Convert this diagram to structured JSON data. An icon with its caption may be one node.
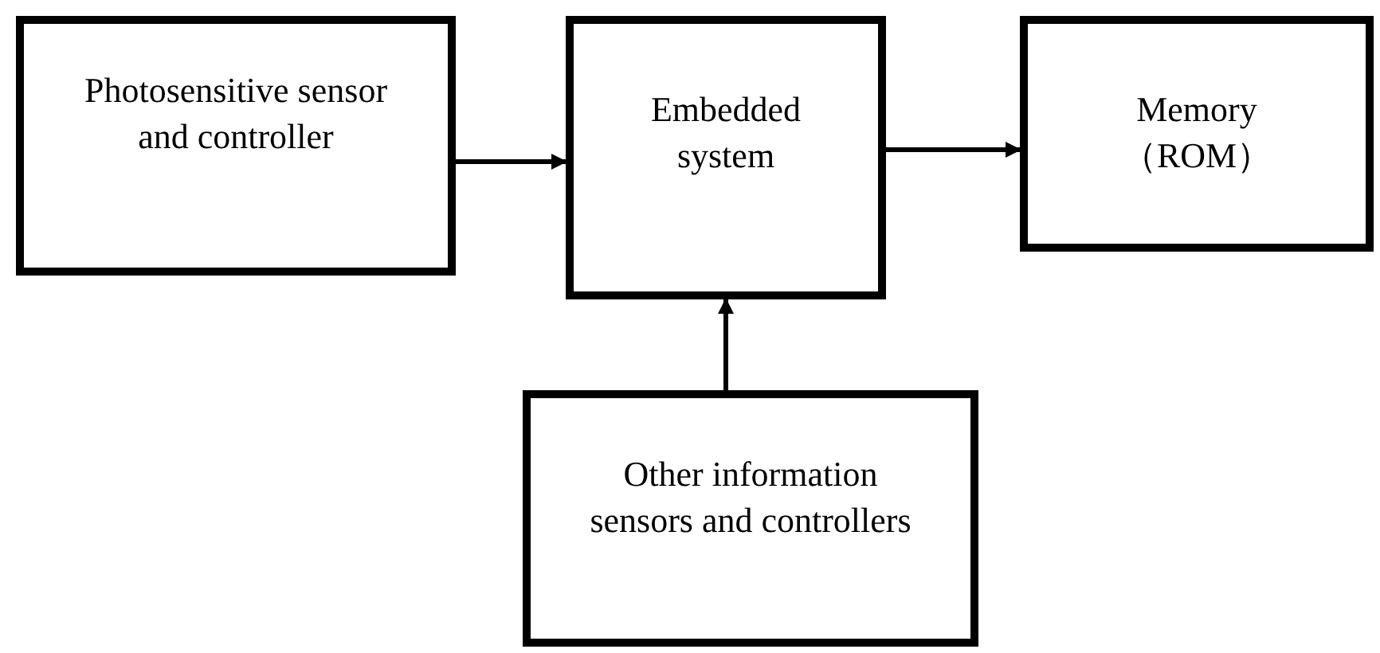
{
  "diagram": {
    "nodes": [
      {
        "text": [
          "Photosensitive sensor and controller"
        ]
      },
      {
        "text": [
          "Embedded system"
        ]
      },
      {
        "text": [
          "Memory （ROM）"
        ]
      },
      {
        "text": [
          "Other information sensors and controllers"
        ]
      }
    ],
    "edges": [
      {
        "from": 0,
        "to": 1,
        "arrow": "to"
      },
      {
        "from": 1,
        "to": 2,
        "arrow": "to"
      },
      {
        "from": 3,
        "to": 1,
        "arrow": "to"
      }
    ]
  }
}
